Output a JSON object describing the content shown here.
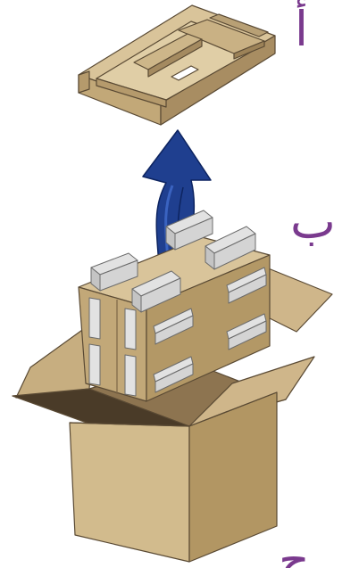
{
  "colors": {
    "label": "#7a3a8e",
    "cardboard_light": "#d9c49a",
    "cardboard_mid": "#c2a878",
    "cardboard_dark": "#8d7450",
    "cardboard_outline": "#5a4a34",
    "foam": "#e2e2e2",
    "arrow": "#1f3f8f"
  },
  "steps": {
    "a": "أ",
    "b": "ب",
    "c": "ج"
  },
  "icons": {
    "top_tray": "cardboard-top-tray-illustration",
    "arrow": "lift-up-arrow",
    "insert": "cardboard-insert-with-foam-blocks",
    "box": "open-shipping-box"
  }
}
